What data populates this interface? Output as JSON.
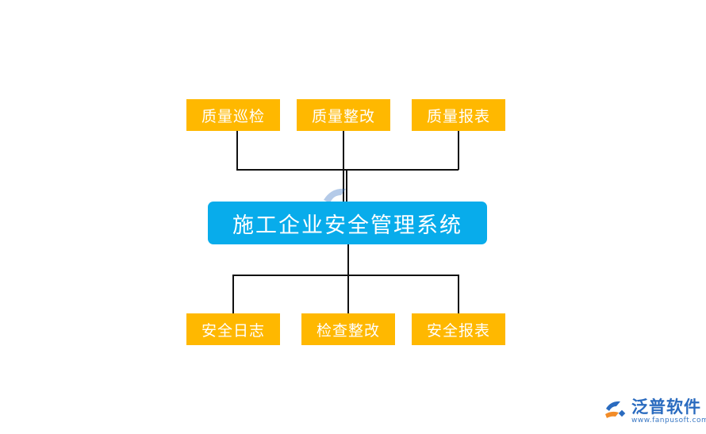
{
  "colors": {
    "leaf_fill": "#ffb800",
    "root_fill": "#08aceb",
    "connector": "#111111",
    "logo_blue": "#2a6bbf",
    "logo_orange": "#f28c28"
  },
  "diagram": {
    "root": {
      "label": "施工企业安全管理系统"
    },
    "top_nodes": [
      {
        "label": "质量巡检"
      },
      {
        "label": "质量整改"
      },
      {
        "label": "质量报表"
      }
    ],
    "bottom_nodes": [
      {
        "label": "安全日志"
      },
      {
        "label": "检查整改"
      },
      {
        "label": "安全报表"
      }
    ]
  },
  "branding": {
    "logo_name": "泛普软件",
    "logo_url": "www.fanpusoft.com",
    "logo_icon": "fanpu-logo-icon",
    "watermark_icon": "fanpu-watermark-icon"
  }
}
